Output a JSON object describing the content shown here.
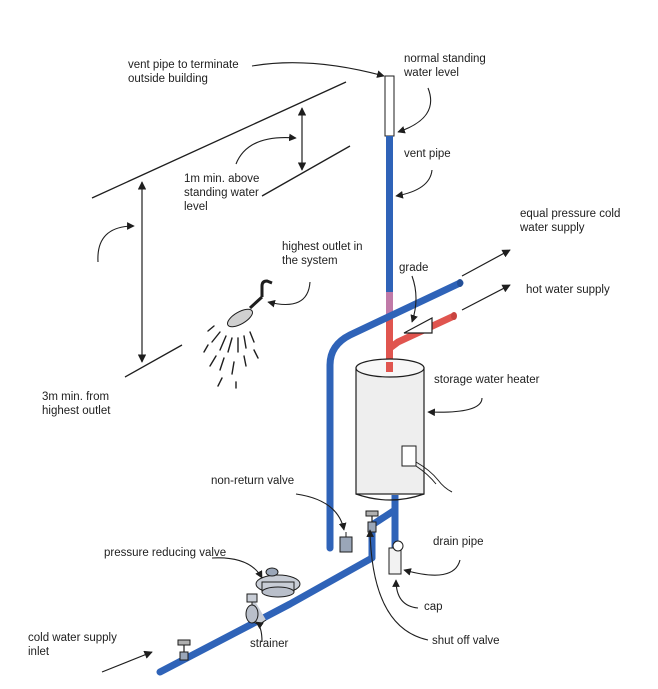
{
  "colors": {
    "cold_pipe": "#2f63b8",
    "hot_pipe": "#e0554f",
    "vent_pipe_pink": "#c07aa8",
    "line": "#1e1e1e",
    "tank_fill": "#eeeeee"
  },
  "labels": {
    "vent_terminate": [
      "vent pipe to terminate",
      "outside building"
    ],
    "normal_standing": [
      "normal standing",
      "water level"
    ],
    "vent_pipe": [
      "vent pipe"
    ],
    "one_m_min": [
      "1m min. above",
      "standing water",
      "level"
    ],
    "equal_pressure": [
      "equal pressure cold",
      "water supply"
    ],
    "highest_outlet": [
      "highest outlet in",
      "the system"
    ],
    "grade": [
      "grade"
    ],
    "hot_water": [
      "hot water supply"
    ],
    "storage_heater": [
      "storage water heater"
    ],
    "three_m_min": [
      "3m min. from",
      "highest outlet"
    ],
    "non_return": [
      "non-return valve"
    ],
    "drain_pipe": [
      "drain pipe"
    ],
    "pressure_reducing": [
      "pressure reducing valve"
    ],
    "cap": [
      "cap"
    ],
    "cold_inlet": [
      "cold water supply",
      "inlet"
    ],
    "strainer": [
      "strainer"
    ],
    "shut_off": [
      "shut off valve"
    ]
  }
}
